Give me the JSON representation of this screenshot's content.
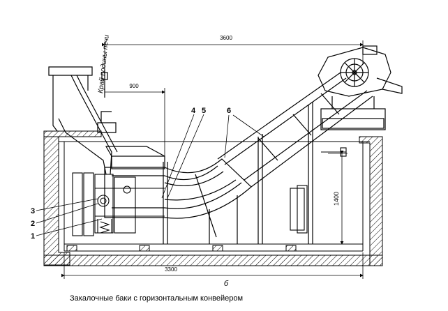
{
  "caption": "Закалочные баки с горизонтальным конвейером",
  "dimensions": {
    "top_span": "3600",
    "left_offset": "900",
    "bottom_span": "3300",
    "height": "1400",
    "bottom_mark": "б"
  },
  "furnace_label": "Край подины печи",
  "callouts": {
    "c1": "1",
    "c2": "2",
    "c3": "3",
    "c4": "4",
    "c5": "5",
    "c6": "6"
  }
}
